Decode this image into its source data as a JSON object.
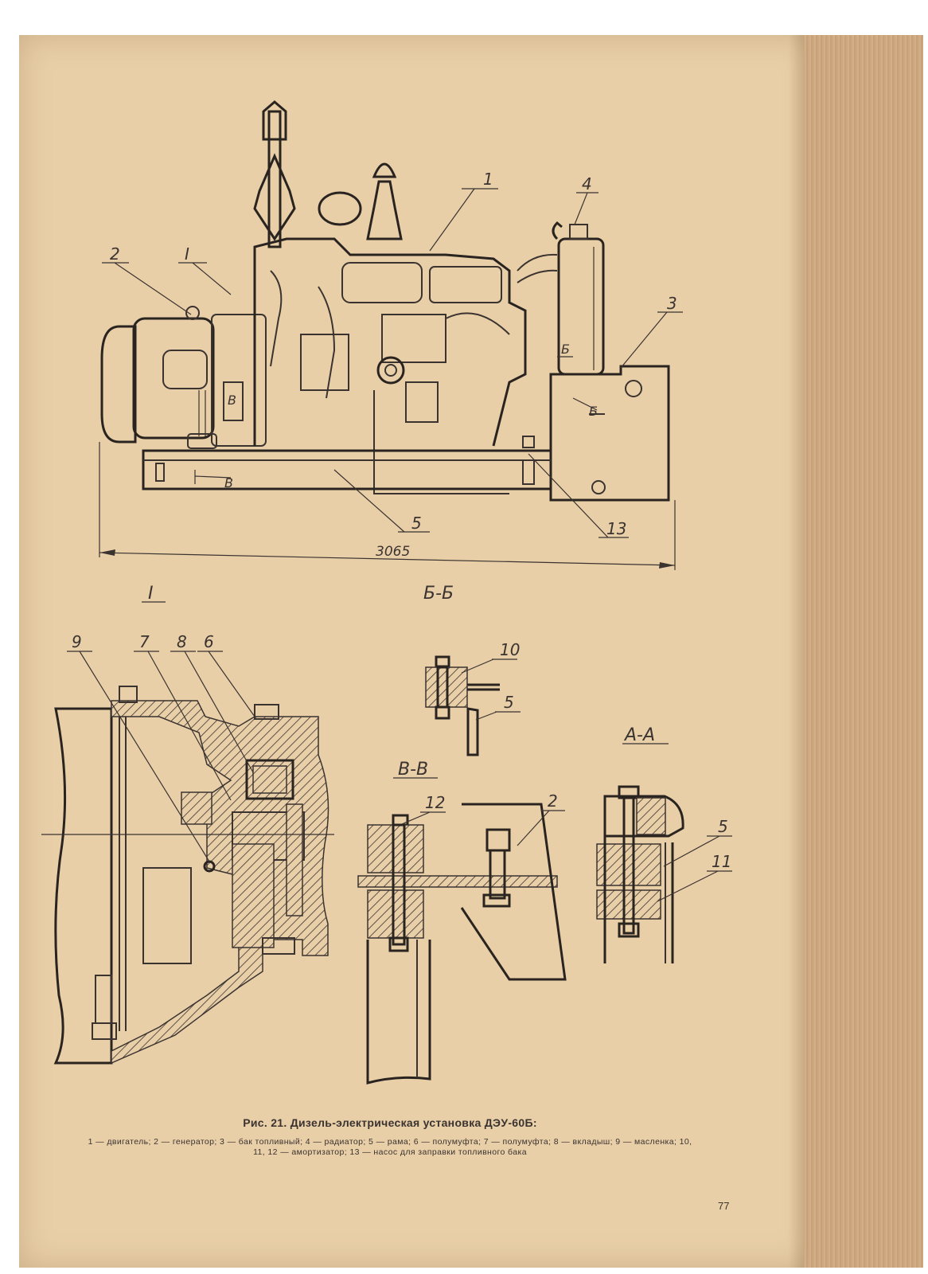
{
  "figure": {
    "caption_title": "Рис. 21. Дизель-электрическая установка ДЭУ-60Б:",
    "caption_legend": "1 — двигатель; 2 — генератор; 3 — бак топливный; 4 — радиатор; 5 — рама; 6 — полумуфта; 7 — полумуфта; 8 — вкладыш; 9 — масленка; 10, 11, 12 — амортизатор; 13 — насос для заправки топливного бака"
  },
  "main_view": {
    "callouts": [
      "1",
      "2",
      "I",
      "4",
      "3",
      "5",
      "13"
    ],
    "view_marks": [
      "Б",
      "Б",
      "В",
      "В"
    ],
    "dimension": "3065"
  },
  "detail_I": {
    "title": "I",
    "callouts": [
      "9",
      "7",
      "8",
      "6"
    ]
  },
  "section_BB": {
    "title": "Б-Б",
    "callouts": [
      "10",
      "5"
    ]
  },
  "section_VV": {
    "title": "В-В",
    "callouts": [
      "12",
      "2"
    ]
  },
  "section_AA": {
    "title": "А-А",
    "callouts": [
      "5",
      "11"
    ]
  },
  "page_number": "77"
}
